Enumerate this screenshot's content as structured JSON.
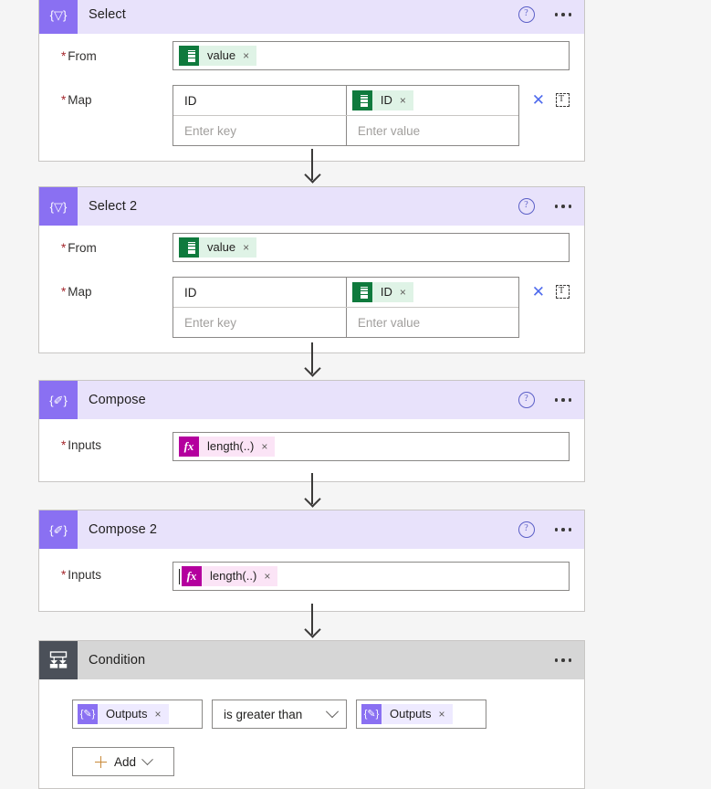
{
  "app": {
    "background": "#f5f5f5",
    "accent_purple": "#8a70f2",
    "header_purple": "#e8e2fb",
    "header_gray": "#d6d6d6",
    "icon_gray": "#4b5059",
    "excel_green": "#0f7a3d",
    "fx_magenta": "#b4009e",
    "required_red": "#a4262c",
    "link_blue": "#4f6bed"
  },
  "cards": [
    {
      "id": "select",
      "title": "Select",
      "icon": "select-braces-filter-icon",
      "icon_glyph": "{▽}",
      "header_style": "purple",
      "has_help": true,
      "has_more": true,
      "fields": {
        "from_label": "From",
        "from_token": {
          "text": "value",
          "icon": "excel-icon",
          "remove": "×"
        },
        "map_label": "Map",
        "map_rows": [
          {
            "key_text": "ID",
            "key_placeholder": "",
            "value_token": {
              "text": "ID",
              "icon": "excel-icon",
              "remove": "×"
            }
          },
          {
            "key_placeholder": "Enter key",
            "value_placeholder": "Enter value"
          }
        ],
        "remove_row_icon": "close-x-icon",
        "text_mode_icon": "switch-to-text-mode-icon"
      }
    },
    {
      "id": "select-2",
      "title": "Select 2",
      "icon": "select-braces-filter-icon",
      "icon_glyph": "{▽}",
      "header_style": "purple",
      "has_help": true,
      "has_more": true,
      "fields": {
        "from_label": "From",
        "from_token": {
          "text": "value",
          "icon": "excel-icon",
          "remove": "×"
        },
        "map_label": "Map",
        "map_rows": [
          {
            "key_text": "ID",
            "key_placeholder": "",
            "value_token": {
              "text": "ID",
              "icon": "excel-icon",
              "remove": "×"
            }
          },
          {
            "key_placeholder": "Enter key",
            "value_placeholder": "Enter value"
          }
        ],
        "remove_row_icon": "close-x-icon",
        "text_mode_icon": "switch-to-text-mode-icon"
      }
    },
    {
      "id": "compose",
      "title": "Compose",
      "icon": "compose-braces-pen-icon",
      "icon_glyph": "{✐}",
      "header_style": "purple",
      "has_help": true,
      "has_more": true,
      "fields": {
        "inputs_label": "Inputs",
        "inputs_token": {
          "text": "length(..)",
          "icon": "fx-expression-icon",
          "glyph": "fx",
          "remove": "×"
        },
        "has_caret": false
      }
    },
    {
      "id": "compose-2",
      "title": "Compose 2",
      "icon": "compose-braces-pen-icon",
      "icon_glyph": "{✐}",
      "header_style": "purple",
      "has_help": true,
      "has_more": true,
      "fields": {
        "inputs_label": "Inputs",
        "inputs_token": {
          "text": "length(..)",
          "icon": "fx-expression-icon",
          "glyph": "fx",
          "remove": "×"
        },
        "has_caret": true
      }
    },
    {
      "id": "condition",
      "title": "Condition",
      "icon": "condition-branch-icon",
      "header_style": "gray",
      "has_help": false,
      "has_more": true,
      "fields": {
        "left_token": {
          "text": "Outputs",
          "icon": "outputs-braces-pen-icon",
          "remove": "×"
        },
        "operator": "is greater than",
        "operator_chevron": "chevron-down-icon",
        "right_token": {
          "text": "Outputs",
          "icon": "outputs-braces-pen-icon",
          "remove": "×"
        },
        "add_button": {
          "label": "Add",
          "plus_icon": "plus-icon",
          "chevron": "chevron-down-icon"
        }
      }
    }
  ],
  "required_marker": "*",
  "connectors": [
    {
      "from": "select",
      "to": "select-2"
    },
    {
      "from": "select-2",
      "to": "compose"
    },
    {
      "from": "compose",
      "to": "compose-2"
    },
    {
      "from": "compose-2",
      "to": "condition"
    }
  ]
}
